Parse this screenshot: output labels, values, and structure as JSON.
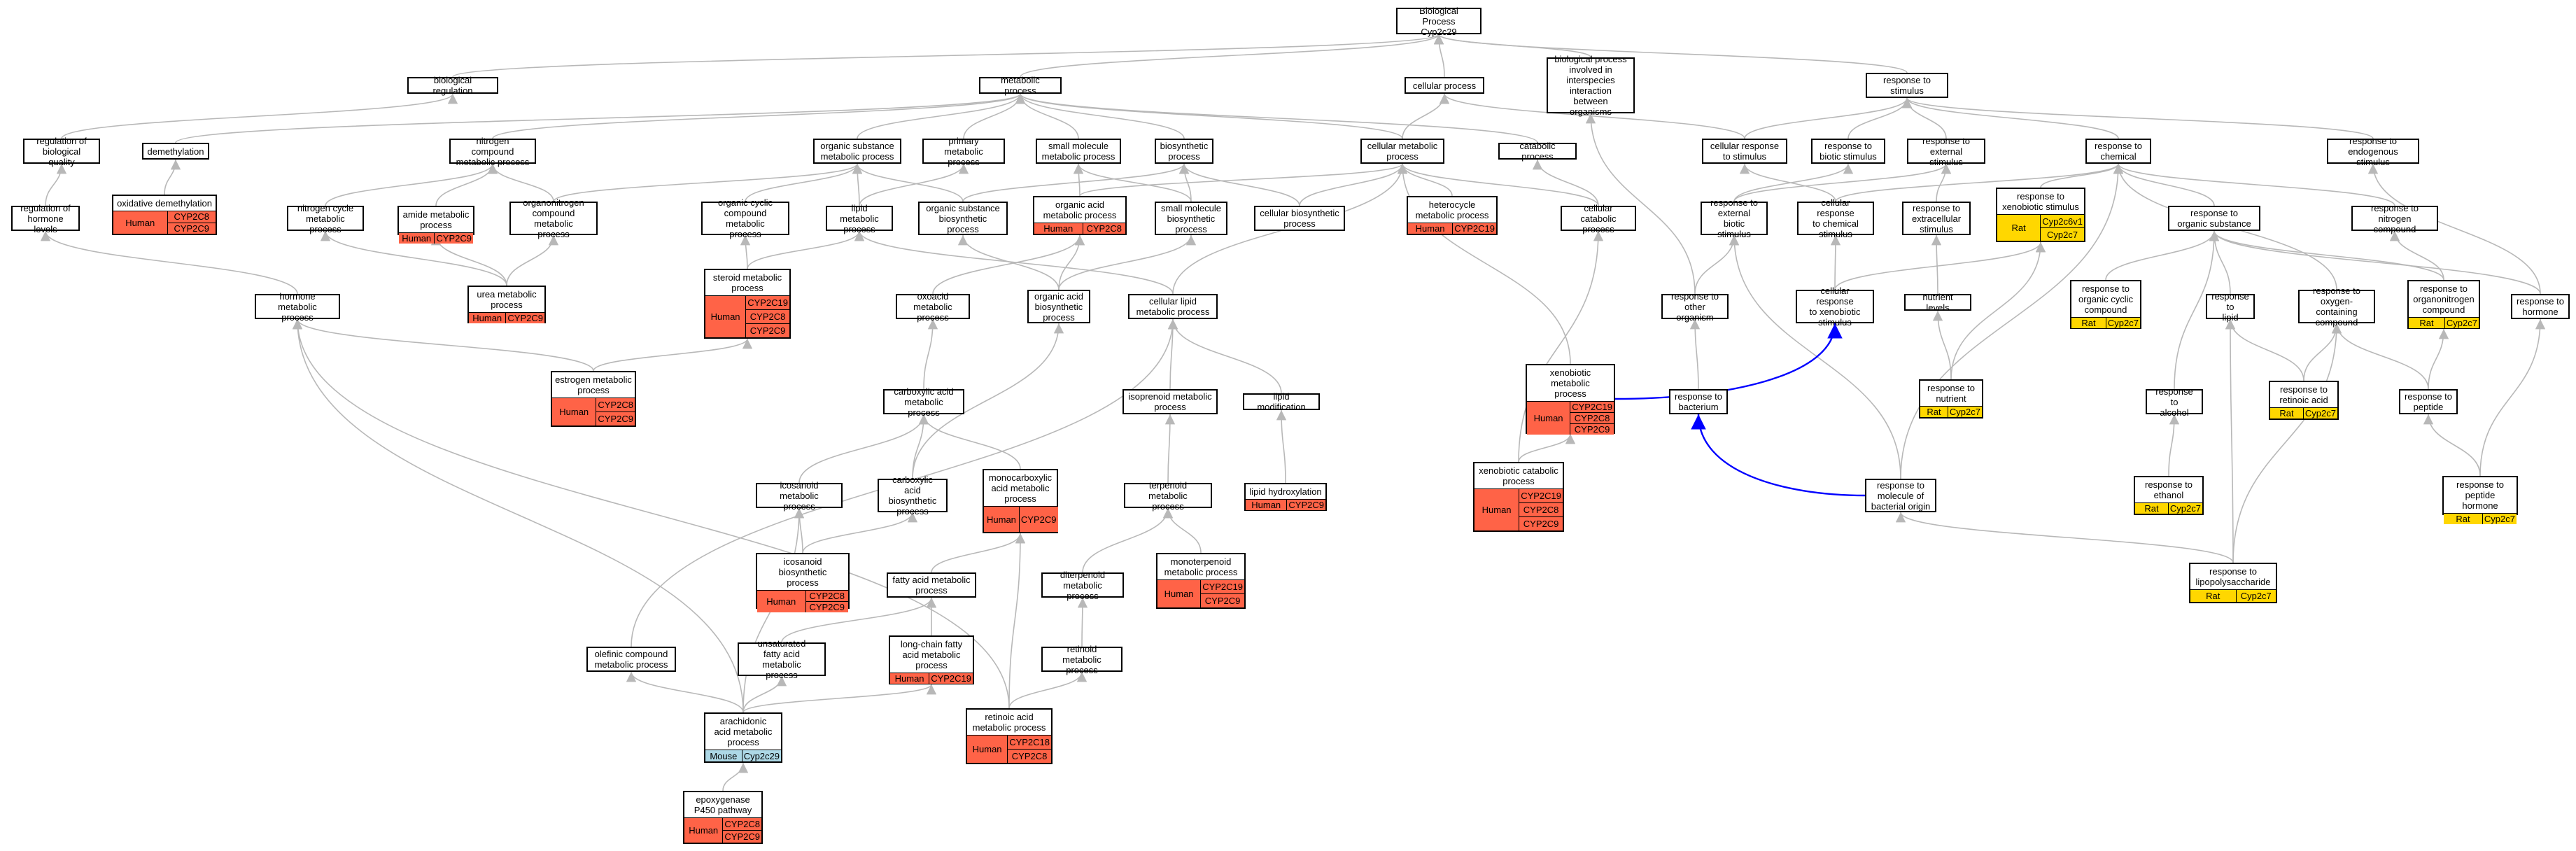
{
  "colors": {
    "edge": "#b8b8b8",
    "edge_highlight": "#0000ff",
    "human": "#ff6347",
    "rat": "#ffd700",
    "mouse": "#add8e6"
  },
  "nodes": [
    {
      "id": "root",
      "label": "Biological Process\nCyp2c29"
    },
    {
      "id": "bioreg",
      "label": "biological regulation"
    },
    {
      "id": "metab",
      "label": "metabolic process"
    },
    {
      "id": "cellproc",
      "label": "cellular process"
    },
    {
      "id": "interspecies",
      "label": "biological process\ninvolved in\ninterspecies\ninteraction\nbetween organisms"
    },
    {
      "id": "respstim",
      "label": "response to\nstimulus"
    },
    {
      "id": "regbioqual",
      "label": "regulation of\nbiological quality"
    },
    {
      "id": "demeth",
      "label": "demethylation"
    },
    {
      "id": "nitrocomp",
      "label": "nitrogen compound\nmetabolic process"
    },
    {
      "id": "orgsubst",
      "label": "organic substance\nmetabolic process"
    },
    {
      "id": "primary",
      "label": "primary metabolic\nprocess"
    },
    {
      "id": "smallmol",
      "label": "small molecule\nmetabolic process"
    },
    {
      "id": "biosyn",
      "label": "biosynthetic\nprocess"
    },
    {
      "id": "cellmetab",
      "label": "cellular metabolic\nprocess"
    },
    {
      "id": "catab",
      "label": "catabolic process"
    },
    {
      "id": "cellrespstim",
      "label": "cellular response\nto stimulus"
    },
    {
      "id": "respbiotic",
      "label": "response to\nbiotic stimulus"
    },
    {
      "id": "respext",
      "label": "response to\nexternal stimulus"
    },
    {
      "id": "respchem",
      "label": "response to\nchemical"
    },
    {
      "id": "respendo",
      "label": "response to\nendogenous stimulus"
    },
    {
      "id": "reghormone",
      "label": "regulation of\nhormone levels"
    },
    {
      "id": "nitrocycle",
      "label": "nitrogen cycle\nmetabolic process"
    },
    {
      "id": "organonitro",
      "label": "organonitrogen\ncompound metabolic\nprocess"
    },
    {
      "id": "orgcyclic",
      "label": "organic cyclic\ncompound metabolic\nprocess"
    },
    {
      "id": "lipidmetab",
      "label": "lipid metabolic\nprocess"
    },
    {
      "id": "orgsubstbio",
      "label": "organic substance\nbiosynthetic\nprocess"
    },
    {
      "id": "smallmolbio",
      "label": "small molecule\nbiosynthetic\nprocess"
    },
    {
      "id": "cellbio",
      "label": "cellular biosynthetic\nprocess"
    },
    {
      "id": "cellcatab",
      "label": "cellular catabolic\nprocess"
    },
    {
      "id": "respextbiotic",
      "label": "response to\nexternal biotic\nstimulus"
    },
    {
      "id": "cellrespchem",
      "label": "cellular response\nto chemical\nstimulus"
    },
    {
      "id": "respextracell",
      "label": "response to\nextracellular\nstimulus"
    },
    {
      "id": "resporgsubst",
      "label": "response to\norganic substance"
    },
    {
      "id": "respnitro",
      "label": "response to\nnitrogen compound"
    },
    {
      "id": "hormonemetab",
      "label": "hormone metabolic\nprocess"
    },
    {
      "id": "oxoacid",
      "label": "oxoacid metabolic\nprocess"
    },
    {
      "id": "orgacidbio",
      "label": "organic acid\nbiosynthetic\nprocess"
    },
    {
      "id": "celllipid",
      "label": "cellular lipid\nmetabolic process"
    },
    {
      "id": "cellrespxeno",
      "label": "cellular response\nto xenobiotic\nstimulus"
    },
    {
      "id": "nutrientlev",
      "label": "nutrient levels"
    },
    {
      "id": "respother",
      "label": "response to\nother organism"
    },
    {
      "id": "resporgcyclic",
      "label": "response to\norganic cyclic\ncompound"
    },
    {
      "id": "resplipid",
      "label": "response to\nlipid"
    },
    {
      "id": "respoxy",
      "label": "response to\noxygen-containing\ncompound"
    },
    {
      "id": "resporganonitro",
      "label": "response to\norganonitrogen\ncompound"
    },
    {
      "id": "resphormone",
      "label": "response to\nhormone"
    },
    {
      "id": "carboxylic",
      "label": "carboxylic acid\nmetabolic process"
    },
    {
      "id": "isoprenoid",
      "label": "isoprenoid metabolic\nprocess"
    },
    {
      "id": "lipidmod",
      "label": "lipid modification"
    },
    {
      "id": "respbacterium",
      "label": "response to\nbacterium"
    },
    {
      "id": "respalcohol",
      "label": "response to\nalcohol"
    },
    {
      "id": "respretinoic",
      "label": "response to\nretinoic acid"
    },
    {
      "id": "resppeptide",
      "label": "response to\npeptide"
    },
    {
      "id": "icosanoid",
      "label": "icosanoid metabolic\nprocess"
    },
    {
      "id": "carboxbio",
      "label": "carboxylic acid\nbiosynthetic\nprocess"
    },
    {
      "id": "terpenoid",
      "label": "terpenoid metabolic\nprocess"
    },
    {
      "id": "respbactorigin",
      "label": "response to\nmolecule of\nbacterial origin"
    },
    {
      "id": "fattyacid",
      "label": "fatty acid metabolic\nprocess"
    },
    {
      "id": "diterpenoid",
      "label": "diterpenoid\nmetabolic process"
    },
    {
      "id": "resplps",
      "label": "response to\nlipopolysaccharide",
      "species": "Rat",
      "color": "rat",
      "genes": [
        "Cyp2c7"
      ]
    },
    {
      "id": "unsatfatty",
      "label": "unsaturated\nfatty acid metabolic\nprocess"
    },
    {
      "id": "retinoid",
      "label": "retinoid metabolic\nprocess"
    },
    {
      "id": "olefinic",
      "label": "olefinic compound\nmetabolic process"
    },
    {
      "id": "oxdemeth",
      "label": "oxidative demethylation",
      "species": "Human",
      "color": "human",
      "genes": [
        "CYP2C8",
        "CYP2C9"
      ]
    },
    {
      "id": "amide",
      "label": "amide metabolic\nprocess",
      "species": "Human",
      "color": "human",
      "genes": [
        "CYP2C9"
      ]
    },
    {
      "id": "orgacid",
      "label": "organic acid\nmetabolic process",
      "species": "Human",
      "color": "human",
      "genes": [
        "CYP2C8"
      ]
    },
    {
      "id": "heterocycle",
      "label": "heterocycle\nmetabolic process",
      "species": "Human",
      "color": "human",
      "genes": [
        "CYP2C19"
      ]
    },
    {
      "id": "respxenostim",
      "label": "response to\nxenobiotic stimulus",
      "species": "Rat",
      "color": "rat",
      "genes": [
        "Cyp2c6v1",
        "Cyp2c7"
      ]
    },
    {
      "id": "urea",
      "label": "urea metabolic\nprocess",
      "species": "Human",
      "color": "human",
      "genes": [
        "CYP2C9"
      ]
    },
    {
      "id": "steroid",
      "label": "steroid metabolic\nprocess",
      "species": "Human",
      "color": "human",
      "genes": [
        "CYP2C19",
        "CYP2C8",
        "CYP2C9"
      ]
    },
    {
      "id": "estrogen",
      "label": "estrogen metabolic\nprocess",
      "species": "Human",
      "color": "human",
      "genes": [
        "CYP2C8",
        "CYP2C9"
      ]
    },
    {
      "id": "xenometab",
      "label": "xenobiotic metabolic\nprocess",
      "species": "Human",
      "color": "human",
      "genes": [
        "CYP2C19",
        "CYP2C8",
        "CYP2C9"
      ]
    },
    {
      "id": "respnutrient",
      "label": "response to\nnutrient",
      "species": "Rat",
      "color": "rat",
      "genes": [
        "Cyp2c7"
      ]
    },
    {
      "id": "resporgcyclicg",
      "label": "response to\norganic cyclic\ncompound",
      "species": "Rat",
      "color": "rat",
      "genes": [
        "Cyp2c7"
      ]
    },
    {
      "id": "resporganonitrog",
      "label": "response to\norganonitrogen\ncompound",
      "species": "Rat",
      "color": "rat",
      "genes": [
        "Cyp2c7"
      ]
    },
    {
      "id": "respretinoicg",
      "label": "response to\nretinoic acid",
      "species": "Rat",
      "color": "rat",
      "genes": [
        "Cyp2c7"
      ]
    },
    {
      "id": "monocarbox",
      "label": "monocarboxylic\nacid metabolic\nprocess",
      "species": "Human",
      "color": "human",
      "genes": [
        "CYP2C9"
      ]
    },
    {
      "id": "lipidhydrox",
      "label": "lipid hydroxylation",
      "species": "Human",
      "color": "human",
      "genes": [
        "CYP2C9"
      ]
    },
    {
      "id": "xenocatab",
      "label": "xenobiotic catabolic\nprocess",
      "species": "Human",
      "color": "human",
      "genes": [
        "CYP2C19",
        "CYP2C8",
        "CYP2C9"
      ]
    },
    {
      "id": "respethanol",
      "label": "response to\nethanol",
      "species": "Rat",
      "color": "rat",
      "genes": [
        "Cyp2c7"
      ]
    },
    {
      "id": "resppeptidehorm",
      "label": "response to\npeptide hormone",
      "species": "Rat",
      "color": "rat",
      "genes": [
        "Cyp2c7"
      ]
    },
    {
      "id": "icosanoidbio",
      "label": "icosanoid biosynthetic\nprocess",
      "species": "Human",
      "color": "human",
      "genes": [
        "CYP2C8",
        "CYP2C9"
      ]
    },
    {
      "id": "monoterpenoid",
      "label": "monoterpenoid\nmetabolic process",
      "species": "Human",
      "color": "human",
      "genes": [
        "CYP2C19",
        "CYP2C9"
      ]
    },
    {
      "id": "longchain",
      "label": "long-chain fatty\nacid metabolic\nprocess",
      "species": "Human",
      "color": "human",
      "genes": [
        "CYP2C19"
      ]
    },
    {
      "id": "arachidonic",
      "label": "arachidonic\nacid metabolic\nprocess",
      "species": "Mouse",
      "color": "mouse",
      "genes": [
        "Cyp2c29"
      ]
    },
    {
      "id": "retinoicacid",
      "label": "retinoic acid\nmetabolic process",
      "species": "Human",
      "color": "human",
      "genes": [
        "CYP2C18",
        "CYP2C8"
      ]
    },
    {
      "id": "epoxygenase",
      "label": "epoxygenase\nP450 pathway",
      "species": "Human",
      "color": "human",
      "genes": [
        "CYP2C8",
        "CYP2C9"
      ]
    }
  ],
  "edges": [
    [
      "bioreg",
      "root"
    ],
    [
      "metab",
      "root"
    ],
    [
      "cellproc",
      "root"
    ],
    [
      "interspecies",
      "root"
    ],
    [
      "respstim",
      "root"
    ],
    [
      "regbioqual",
      "bioreg"
    ],
    [
      "demeth",
      "metab"
    ],
    [
      "nitrocomp",
      "metab"
    ],
    [
      "orgsubst",
      "metab"
    ],
    [
      "primary",
      "metab"
    ],
    [
      "smallmol",
      "metab"
    ],
    [
      "biosyn",
      "metab"
    ],
    [
      "cellmetab",
      "metab"
    ],
    [
      "catab",
      "metab"
    ],
    [
      "cellmetab",
      "cellproc"
    ],
    [
      "cellrespstim",
      "respstim"
    ],
    [
      "respbiotic",
      "respstim"
    ],
    [
      "respext",
      "respstim"
    ],
    [
      "respchem",
      "respstim"
    ],
    [
      "respendo",
      "respstim"
    ],
    [
      "cellrespstim",
      "cellproc"
    ],
    [
      "reghormone",
      "regbioqual"
    ],
    [
      "oxdemeth",
      "demeth"
    ],
    [
      "nitrocycle",
      "nitrocomp"
    ],
    [
      "amide",
      "nitrocomp"
    ],
    [
      "organonitro",
      "nitrocomp"
    ],
    [
      "organonitro",
      "orgsubst"
    ],
    [
      "orgcyclic",
      "orgsubst"
    ],
    [
      "lipidmetab",
      "orgsubst"
    ],
    [
      "lipidmetab",
      "primary"
    ],
    [
      "orgsubstbio",
      "orgsubst"
    ],
    [
      "orgsubstbio",
      "biosyn"
    ],
    [
      "orgacid",
      "smallmol"
    ],
    [
      "orgacid",
      "cellmetab"
    ],
    [
      "smallmolbio",
      "smallmol"
    ],
    [
      "smallmolbio",
      "biosyn"
    ],
    [
      "cellbio",
      "biosyn"
    ],
    [
      "cellbio",
      "cellmetab"
    ],
    [
      "heterocycle",
      "cellmetab"
    ],
    [
      "cellcatab",
      "catab"
    ],
    [
      "cellcatab",
      "cellmetab"
    ],
    [
      "respextbiotic",
      "respbiotic"
    ],
    [
      "respextbiotic",
      "respext"
    ],
    [
      "cellrespchem",
      "cellrespstim"
    ],
    [
      "cellrespchem",
      "respchem"
    ],
    [
      "respextracell",
      "respext"
    ],
    [
      "respxenostim",
      "respchem"
    ],
    [
      "resporgsubst",
      "respchem"
    ],
    [
      "respnitro",
      "respchem"
    ],
    [
      "urea",
      "nitrocycle"
    ],
    [
      "urea",
      "amide"
    ],
    [
      "urea",
      "organonitro"
    ],
    [
      "hormonemetab",
      "reghormone"
    ],
    [
      "steroid",
      "lipidmetab"
    ],
    [
      "steroid",
      "orgcyclic"
    ],
    [
      "oxoacid",
      "orgacid"
    ],
    [
      "orgacidbio",
      "orgacid"
    ],
    [
      "orgacidbio",
      "orgsubstbio"
    ],
    [
      "orgacidbio",
      "smallmolbio"
    ],
    [
      "celllipid",
      "lipidmetab"
    ],
    [
      "celllipid",
      "cellmetab"
    ],
    [
      "cellrespxeno",
      "cellrespchem"
    ],
    [
      "cellrespxeno",
      "respxenostim"
    ],
    [
      "nutrientlev",
      "respextracell"
    ],
    [
      "respother",
      "respextbiotic"
    ],
    [
      "respother",
      "interspecies"
    ],
    [
      "resporgcyclicg",
      "resporgsubst"
    ],
    [
      "resplipid",
      "resporgsubst"
    ],
    [
      "respoxy",
      "respchem"
    ],
    [
      "resporganonitrog",
      "respnitro"
    ],
    [
      "resporganonitrog",
      "resporgsubst"
    ],
    [
      "resphormone",
      "respendo"
    ],
    [
      "resphormone",
      "resporgsubst"
    ],
    [
      "estrogen",
      "hormonemetab"
    ],
    [
      "estrogen",
      "steroid"
    ],
    [
      "xenometab",
      "cellmetab"
    ],
    [
      "xenometab",
      "cellrespxeno"
    ],
    [
      "respnutrient",
      "nutrientlev"
    ],
    [
      "respnutrient",
      "respxenostim"
    ],
    [
      "carboxylic",
      "oxoacid"
    ],
    [
      "isoprenoid",
      "celllipid"
    ],
    [
      "lipidmod",
      "celllipid"
    ],
    [
      "respbacterium",
      "respother"
    ],
    [
      "respalcohol",
      "resporgsubst"
    ],
    [
      "respretinoicg",
      "resplipid"
    ],
    [
      "respretinoicg",
      "respoxy"
    ],
    [
      "resppeptide",
      "respoxy"
    ],
    [
      "resppeptide",
      "resporganonitrog"
    ],
    [
      "icosanoid",
      "carboxylic"
    ],
    [
      "carboxbio",
      "carboxylic"
    ],
    [
      "carboxbio",
      "orgacidbio"
    ],
    [
      "monocarbox",
      "carboxylic"
    ],
    [
      "terpenoid",
      "isoprenoid"
    ],
    [
      "lipidhydrox",
      "lipidmod"
    ],
    [
      "xenocatab",
      "xenometab"
    ],
    [
      "xenocatab",
      "cellcatab"
    ],
    [
      "respbactorigin",
      "respbacterium"
    ],
    [
      "respbactorigin",
      "respextbiotic"
    ],
    [
      "respbactorigin",
      "respchem"
    ],
    [
      "respethanol",
      "respalcohol"
    ],
    [
      "resppeptidehorm",
      "resppeptide"
    ],
    [
      "resppeptidehorm",
      "resphormone"
    ],
    [
      "icosanoidbio",
      "icosanoid"
    ],
    [
      "icosanoidbio",
      "carboxbio"
    ],
    [
      "fattyacid",
      "monocarbox"
    ],
    [
      "monoterpenoid",
      "terpenoid"
    ],
    [
      "diterpenoid",
      "terpenoid"
    ],
    [
      "resplps",
      "respbactorigin"
    ],
    [
      "resplps",
      "resplipid"
    ],
    [
      "resplps",
      "respoxy"
    ],
    [
      "unsatfatty",
      "fattyacid"
    ],
    [
      "longchain",
      "fattyacid"
    ],
    [
      "retinoid",
      "diterpenoid"
    ],
    [
      "arachidonic",
      "olefinic"
    ],
    [
      "arachidonic",
      "unsatfatty"
    ],
    [
      "arachidonic",
      "icosanoid"
    ],
    [
      "arachidonic",
      "longchain"
    ],
    [
      "retinoicacid",
      "retinoid"
    ],
    [
      "retinoicacid",
      "monocarbox"
    ],
    [
      "epoxygenase",
      "arachidonic"
    ],
    [
      "olefinic",
      "celllipid"
    ],
    [
      "arachidonic",
      "hormonemetab"
    ],
    [
      "retinoicacid",
      "hormonemetab"
    ]
  ],
  "highlight_edges": [
    [
      "xenometab",
      "cellrespxeno"
    ],
    [
      "respbactorigin",
      "respbacterium"
    ]
  ]
}
